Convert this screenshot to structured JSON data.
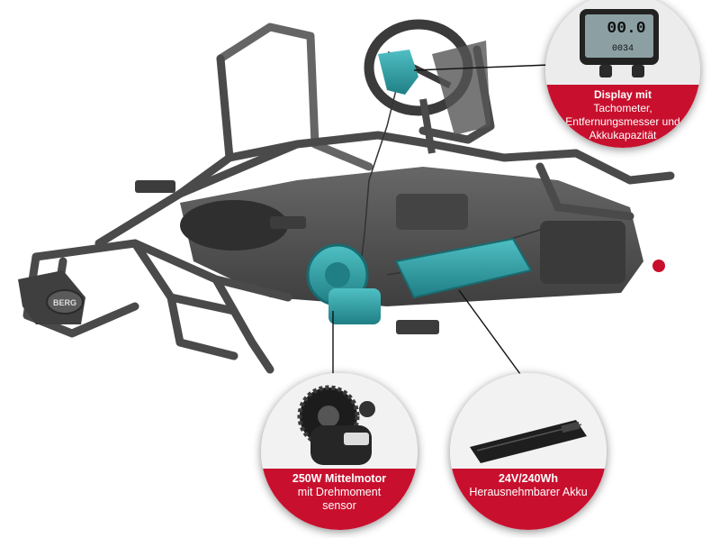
{
  "colors": {
    "accent_red": "#c8102e",
    "frame_gray": "#3d3d3d",
    "component_teal": "#2a9aa0",
    "label_text": "#ffffff"
  },
  "scene": {
    "brand_badge": "BERG"
  },
  "callouts": {
    "display": {
      "title": "Display mit",
      "lines": [
        "Tachometer,",
        "Entfernungsmesser und",
        "Akkukapazität"
      ],
      "screen_speed": "00.0",
      "screen_distance": "0034"
    },
    "motor": {
      "title": "250W Mittelmotor",
      "lines": [
        "mit Drehmoment",
        "sensor"
      ]
    },
    "battery": {
      "title": "24V/240Wh",
      "lines": [
        "Herausnehmbarer Akku"
      ]
    }
  }
}
